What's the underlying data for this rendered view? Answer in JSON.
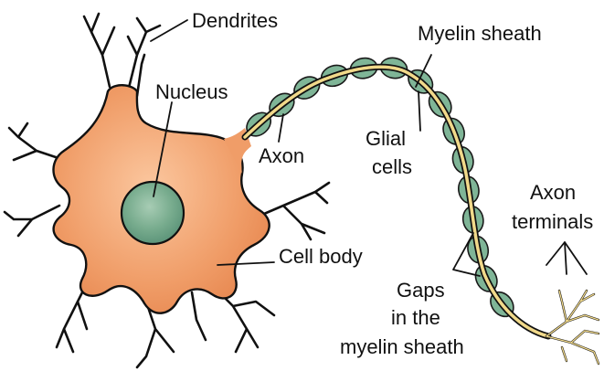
{
  "labels": {
    "dendrites": "Dendrites",
    "myelin": "Myelin sheath",
    "nucleus": "Nucleus",
    "axon": "Axon",
    "glial_1": "Glial",
    "glial_2": "cells",
    "axon_terminals_1": "Axon",
    "axon_terminals_2": "terminals",
    "cell_body": "Cell body",
    "gaps_1": "Gaps",
    "gaps_2": "in the",
    "gaps_3": "myelin sheath"
  },
  "colors": {
    "cell_body": "#f0a06e",
    "cell_outline": "#111111",
    "nucleus": "#73a98b",
    "myelin": "#7fb597",
    "axon_core": "#f1d98a"
  }
}
